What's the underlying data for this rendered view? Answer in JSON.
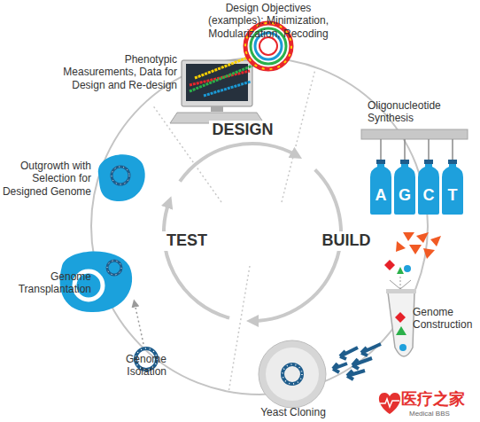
{
  "diagram": {
    "nodes": [
      {
        "text": [
          "A"
        ]
      },
      {
        "text": [
          "G"
        ]
      },
      {
        "text": [
          "C"
        ]
      },
      {
        "text": [
          "T"
        ]
      }
    ],
    "labels": [
      "Design Objectives (examples): Minimization, Modularization, Recoding",
      "Phenotypic Measurements, Data for Design and Re-design",
      "Oligonucleotide Synthesis",
      "DESIGN",
      "BUILD",
      "TEST",
      "Genome Construction",
      "Yeast Cloning",
      "Genome Isolation",
      "Genome Transplantation",
      "Outgrowth with Selection for Designed Genome",
      "医疗之家",
      "Medical BBS"
    ]
  }
}
